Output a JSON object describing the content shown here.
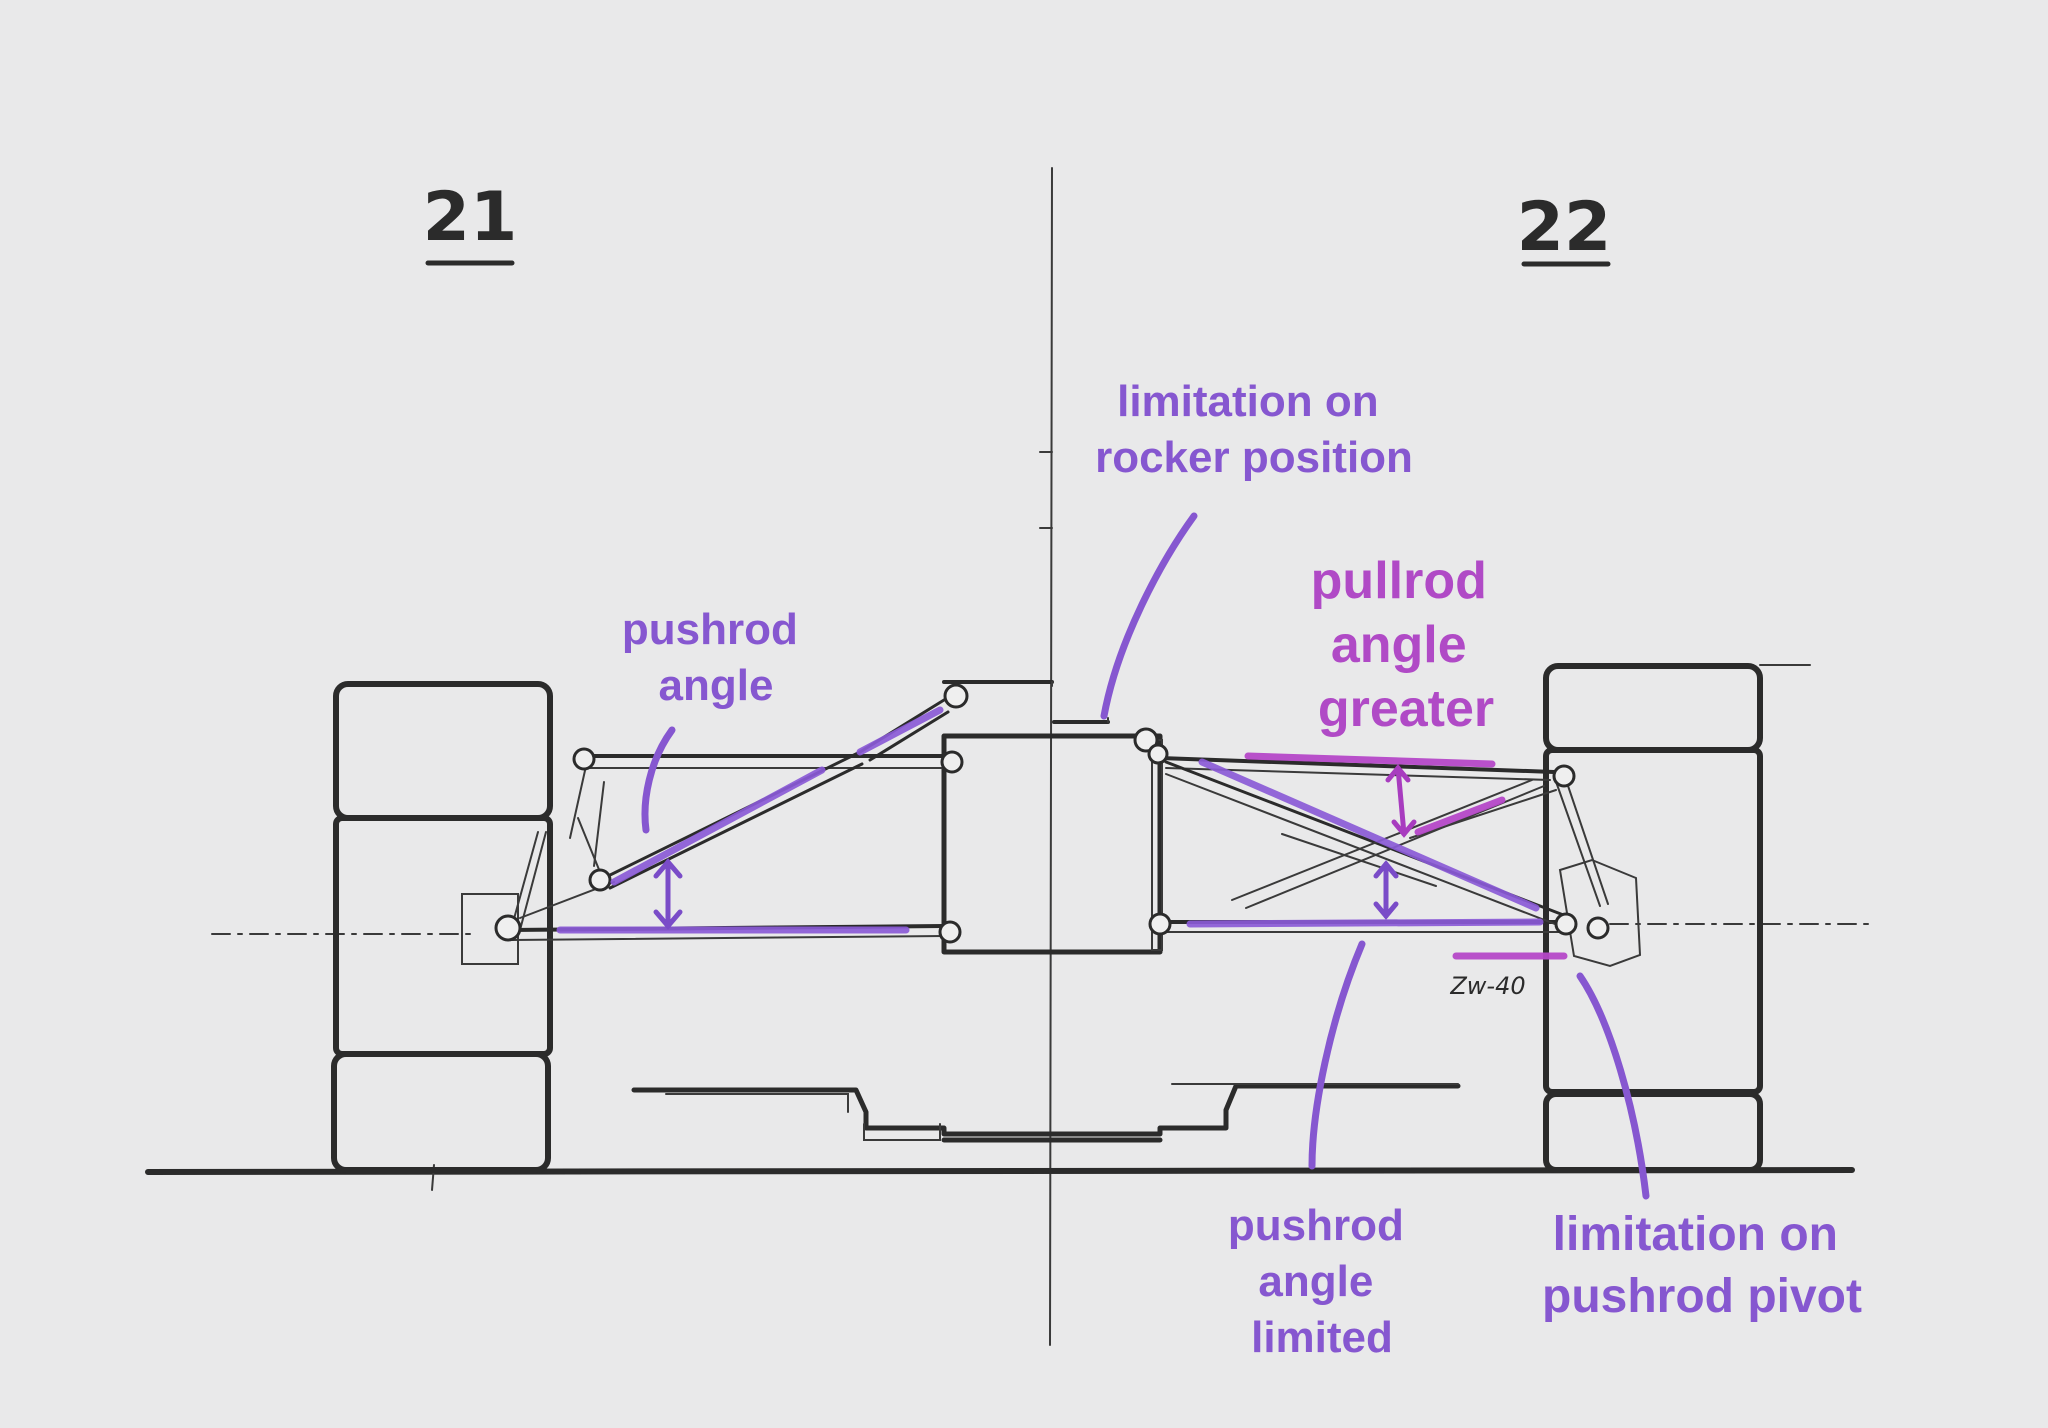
{
  "panels": {
    "left": {
      "number": "21"
    },
    "right": {
      "number": "22"
    }
  },
  "annotations": {
    "pushrod_angle": [
      "pushrod",
      "angle"
    ],
    "rocker_limitation": [
      "limitation on",
      "rocker position"
    ],
    "pullrod_angle": [
      "pullrod",
      "angle",
      "greater"
    ],
    "pushrod_limited": [
      "pushrod",
      "angle",
      "limited"
    ],
    "pivot_limitation": [
      "limitation on",
      "pushrod pivot"
    ]
  },
  "handwritten_note": "Zw-40",
  "colors": {
    "paper": "#e9e9ea",
    "ink": "#2b2b2b",
    "violet": "#8657d0",
    "magenta": "#b04ac6"
  }
}
